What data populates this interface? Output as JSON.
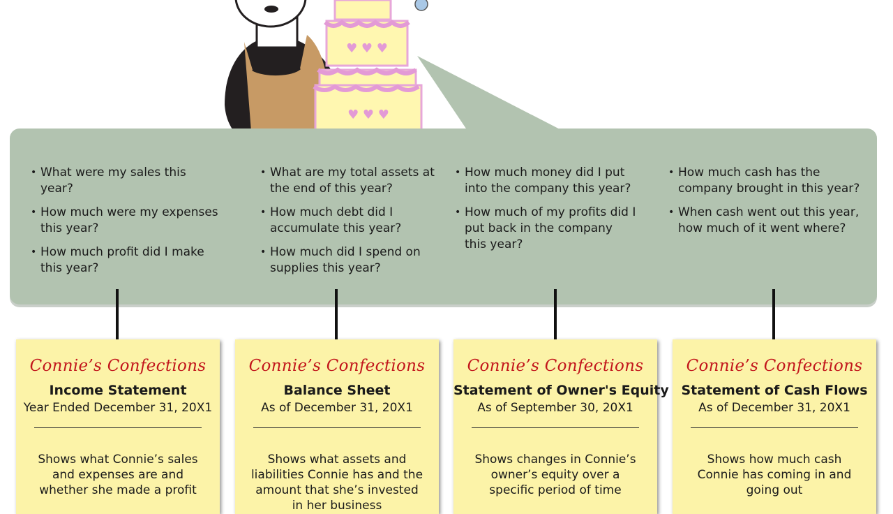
{
  "columns": [
    {
      "questions": [
        "What were my sales this year?",
        "How much were my expenses this year?",
        "How much profit did I make this year?"
      ],
      "card": {
        "brand": "Connie’s Confections",
        "title": "Income Statement",
        "period": "Year Ended December 31, 20X1",
        "description": "Shows what Connie’s sales and expenses are and whether she made a profit"
      }
    },
    {
      "questions": [
        "What are my total assets at the end of this year?",
        "How much debt did I accumulate this year?",
        "How much did I spend on supplies this year?"
      ],
      "card": {
        "brand": "Connie’s Confections",
        "title": "Balance Sheet",
        "period": "As of December 31, 20X1",
        "description": "Shows what assets and liabilities Connie has and the amount that she’s invested in her business"
      }
    },
    {
      "questions": [
        "How much money did I put into the company this year?",
        "How much of my profits did I put back in the company this year?"
      ],
      "card": {
        "brand": "Connie’s Confections",
        "title": "Statement of Owner's Equity",
        "period": "As of September 30, 20X1",
        "description": "Shows changes in Connie’s owner’s equity over a specific period of time"
      }
    },
    {
      "questions": [
        "How much cash has the company brought in this year?",
        "When cash went out this year, how much of it went where?"
      ],
      "card": {
        "brand": "Connie’s Confections",
        "title": "Statement of Cash Flows",
        "period": "As of December 31, 20X1",
        "description": "Shows how much cash Connie has coming in and going out"
      }
    }
  ],
  "colors": {
    "bubble": "#b2c3b0",
    "card": "#fcf3a8",
    "brand": "#c2161c",
    "arrow": "#111111"
  }
}
